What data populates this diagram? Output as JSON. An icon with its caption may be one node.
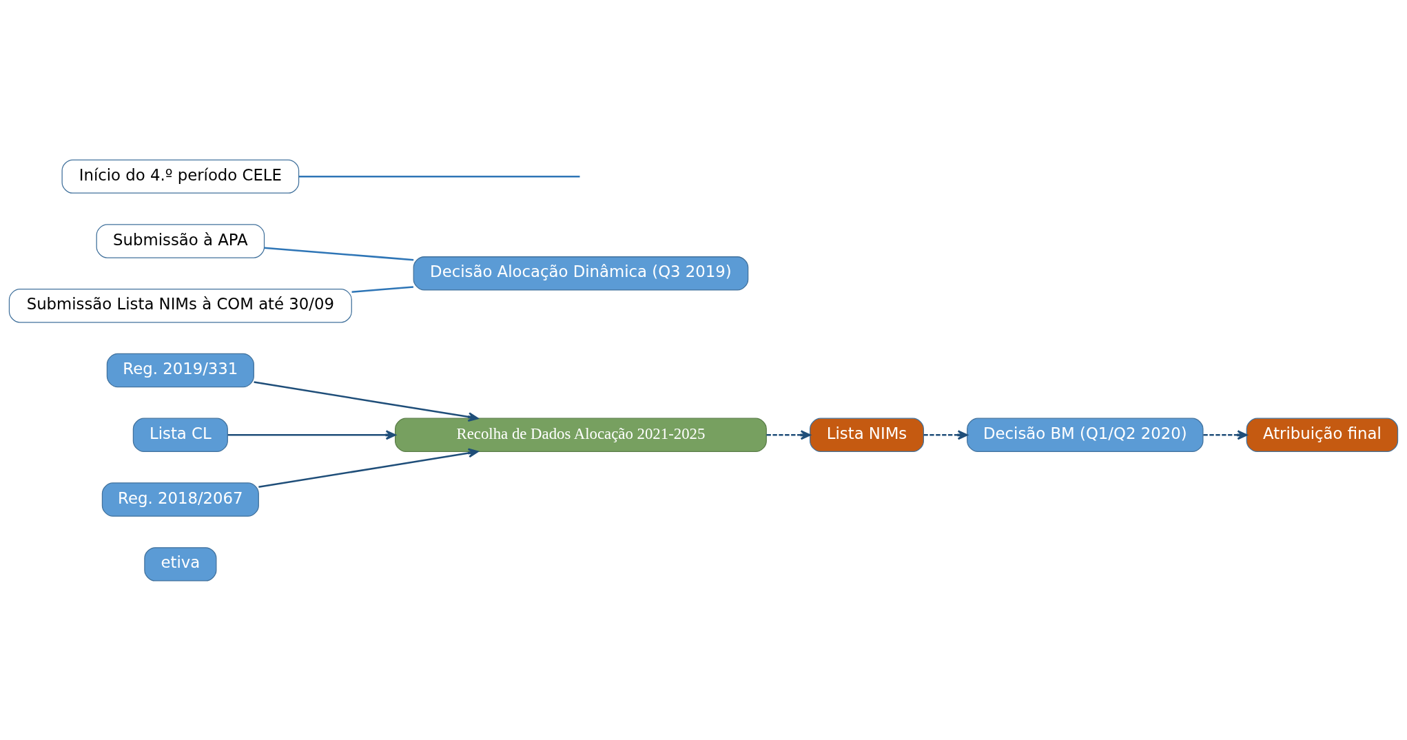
{
  "diagram": {
    "nodes": [
      {
        "text": [
          "etiva"
        ]
      },
      {
        "text": [
          "Reg. 2019/331"
        ]
      },
      {
        "text": [
          "Lista CL"
        ]
      },
      {
        "text": [
          "Reg. 2018/2067"
        ]
      },
      {
        "text": [
          "Recolha de Dados Alocação 2021-2025"
        ]
      },
      {
        "text": [
          "Submissão à APA"
        ]
      },
      {
        "text": [
          "Submissão Lista NIMs à COM até 30/09"
        ]
      },
      {
        "text": [
          "Lista NIMs"
        ]
      },
      {
        "text": [
          "Decisão BM (Q1/Q2 2020)"
        ]
      },
      {
        "text": [
          "Atribuição final"
        ]
      },
      {
        "text": [
          "Início do 4.º período CELE"
        ]
      },
      {
        "text": [
          "Decisão Alocação Dinâmica (Q3 2019)"
        ]
      }
    ],
    "edges": [
      {
        "from": 1,
        "to": 4,
        "arrow": "to"
      },
      {
        "from": 2,
        "to": 4,
        "arrow": "to"
      },
      {
        "from": 3,
        "to": 4,
        "arrow": "to"
      },
      {
        "from": 4,
        "to": 7,
        "arrow": "to",
        "style": "dashed"
      },
      {
        "from": 7,
        "to": 8,
        "arrow": "to",
        "style": "dashed"
      },
      {
        "from": 8,
        "to": 9,
        "arrow": "to",
        "style": "dashed"
      },
      {
        "from": 5,
        "to": 11,
        "arrow": "none"
      },
      {
        "from": 6,
        "to": 11,
        "arrow": "none"
      },
      {
        "from": 10,
        "to": null,
        "arrow": "none"
      }
    ]
  }
}
